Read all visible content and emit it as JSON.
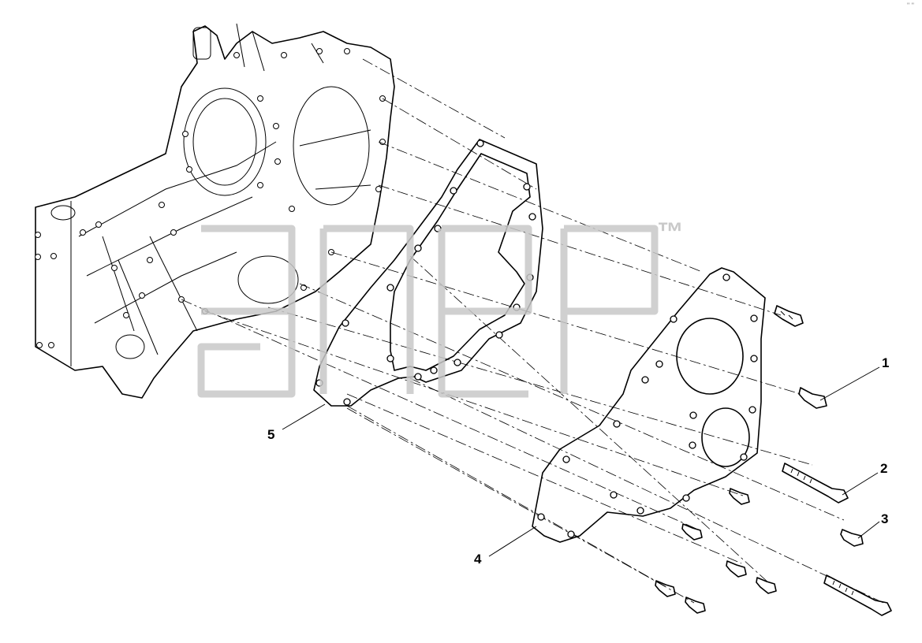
{
  "callouts": [
    {
      "id": "1",
      "text": "1"
    },
    {
      "id": "2",
      "text": "2"
    },
    {
      "id": "3",
      "text": "3"
    },
    {
      "id": "4",
      "text": "4"
    },
    {
      "id": "5",
      "text": "5"
    }
  ],
  "watermark": {
    "text": "ЭПЕР",
    "trademark": "™"
  },
  "corner_marks": "\" \""
}
